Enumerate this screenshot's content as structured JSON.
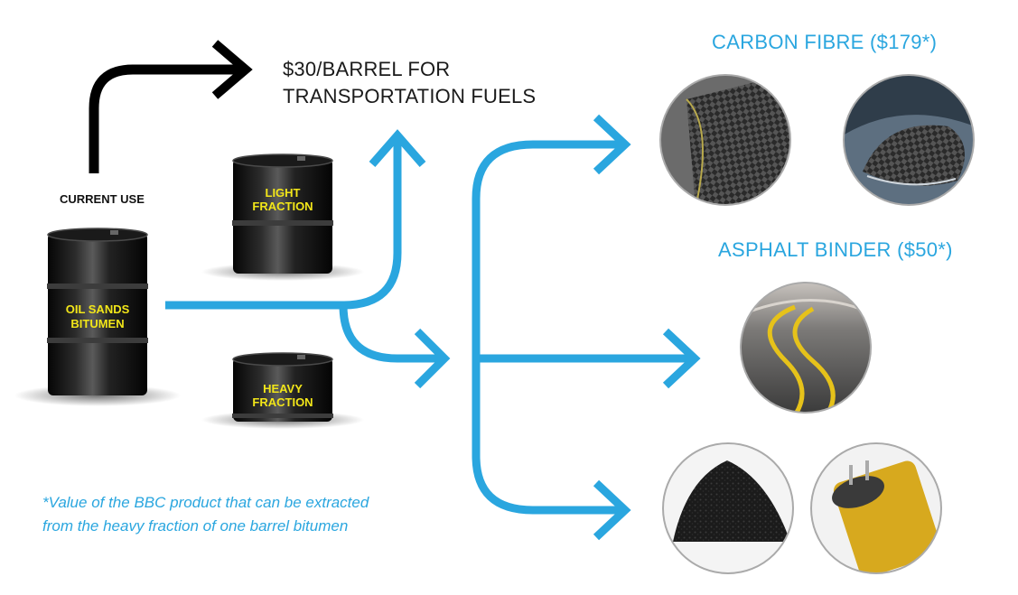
{
  "current_use_label": "CURRENT USE",
  "transport_fuels": [
    "$30/BARREL FOR",
    "TRANSPORTATION FUELS"
  ],
  "barrels": {
    "bitumen": [
      "OIL SANDS",
      "BITUMEN"
    ],
    "light": [
      "LIGHT",
      "FRACTION"
    ],
    "heavy": [
      "HEAVY",
      "FRACTION"
    ]
  },
  "products": {
    "carbon_fibre": "CARBON FIBRE ($179*)",
    "asphalt_binder": "ASPHALT BINDER ($50*)"
  },
  "footnote": [
    "*Value of the BBC product that can be extracted",
    "from the heavy fraction of one barrel bitumen"
  ],
  "colors": {
    "accent_blue": "#2aa6df",
    "barrel_text": "#f2e619",
    "barrel_body": "#151515"
  },
  "images": [
    "carbon-fibre-weave-photo",
    "carbon-fibre-mirror-photo",
    "asphalt-road-photo",
    "carbon-powder-photo",
    "capacitor-photo"
  ]
}
